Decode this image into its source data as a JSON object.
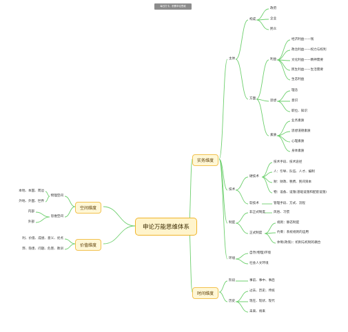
{
  "banner": "每日打卡，积累申论思维",
  "root": "申论万能思维体系",
  "branches": {
    "practice": "实务维度",
    "time": "时间维度",
    "space": "空间维度",
    "value": "价值维度"
  },
  "practice": {
    "subject": {
      "label": "主体",
      "structure": {
        "label": "构成",
        "items": [
          "政府",
          "企业",
          "民众"
        ]
      },
      "side": {
        "label": "方面",
        "interest": {
          "label": "利益",
          "items": [
            "经济利益——钱",
            "政治利益——权力与权利",
            "文化利益——精神需要",
            "民生利益——生活需要",
            "生态利益"
          ]
        },
        "thought": {
          "label": "思想",
          "items": [
            "理念",
            "意识",
            "职位、知识"
          ]
        },
        "quality": {
          "label": "素质",
          "items": [
            "业务素质",
            "思想道德素质",
            "心理素质",
            "身体素质"
          ]
        }
      }
    },
    "tech": {
      "label": "技术",
      "hard": {
        "label": "硬技术",
        "items": [
          "技术手段、技术途径",
          "人：引导、队伍、人才、编制",
          "财：财政、税费、民间资本",
          "物：设备、设施(基础设施和配套设施)"
        ]
      },
      "soft": {
        "label": "软技术",
        "item": "管理手段、方式、流程"
      }
    },
    "system": {
      "label": "制度",
      "informal": {
        "label": "非正式制度",
        "item": "风俗、习惯"
      },
      "formal": {
        "label": "正式制度",
        "items": [
          "规则：静态制度",
          "约束：系统规则的运用",
          "体制(政策)：机制与机制的耦合"
        ]
      }
    },
    "environment": {
      "label": "环境",
      "items": [
        "自然(物理)环境",
        "社会人文环境"
      ]
    }
  },
  "time": {
    "phase": {
      "label": "阶段",
      "item": "事前、事中、事后"
    },
    "view": {
      "label": "历史",
      "items": [
        "过去、历史、传统",
        "现在、现状、现代",
        "未来、将来"
      ]
    }
  },
  "space": {
    "material": {
      "label": "物理空间",
      "items": [
        "本地、本国、周边",
        "外地、外国、世界"
      ]
    },
    "abstract": {
      "label": "思维空间",
      "items": [
        "内部",
        "外部"
      ]
    }
  },
  "value": {
    "items": [
      "利、价值、成绩、意义、优点",
      "弊、隐患、问题、危害、教训"
    ]
  }
}
